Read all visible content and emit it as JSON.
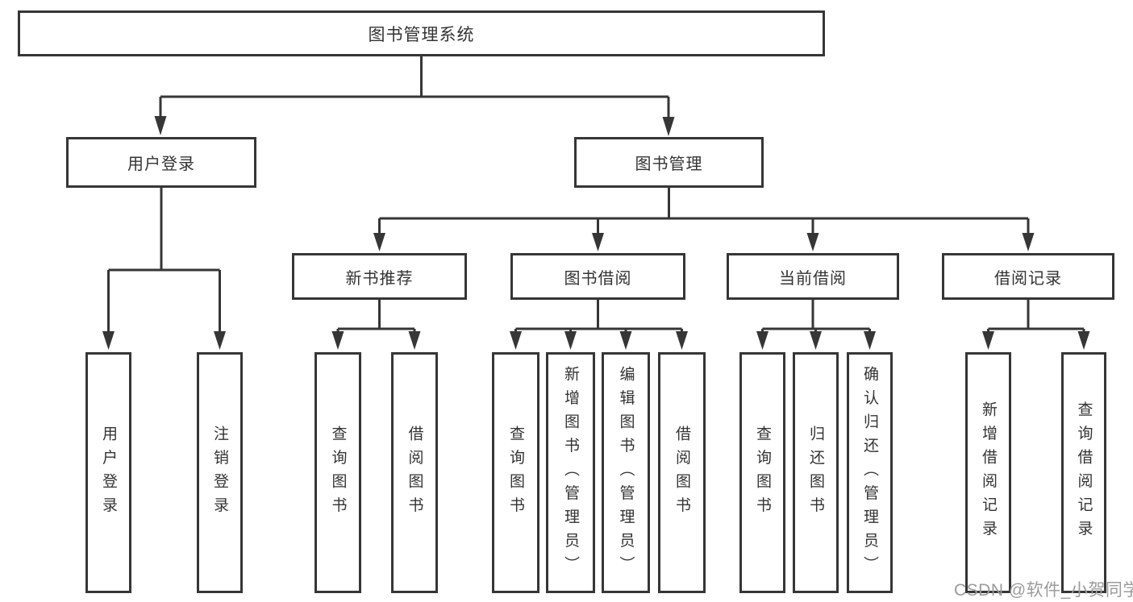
{
  "nodes": {
    "root": {
      "label": "图书管理系统"
    },
    "user_login": {
      "label": "用户登录"
    },
    "book_management": {
      "label": "图书管理"
    },
    "new_book_recommend": {
      "label": "新书推荐"
    },
    "book_borrowing": {
      "label": "图书借阅"
    },
    "current_borrowing": {
      "label": "当前借阅"
    },
    "borrowing_records": {
      "label": "借阅记录"
    },
    "leaves": [
      {
        "label": "用户登录"
      },
      {
        "label": "注销登录"
      },
      {
        "label": "查询图书"
      },
      {
        "label": "借阅图书"
      },
      {
        "label": "查询图书"
      },
      {
        "label": "新增图书（管理员）"
      },
      {
        "label": "编辑图书（管理员）"
      },
      {
        "label": "借阅图书"
      },
      {
        "label": "查询图书"
      },
      {
        "label": "归还图书"
      },
      {
        "label": "确认归还（管理员）"
      },
      {
        "label": "新增借阅记录"
      },
      {
        "label": "查询借阅记录"
      }
    ]
  },
  "hierarchy": {
    "图书管理系统": {
      "用户登录": [
        "用户登录",
        "注销登录"
      ],
      "图书管理": {
        "新书推荐": [
          "查询图书",
          "借阅图书"
        ],
        "图书借阅": [
          "查询图书",
          "新增图书（管理员）",
          "编辑图书（管理员）",
          "借阅图书"
        ],
        "当前借阅": [
          "查询图书",
          "归还图书",
          "确认归还（管理员）"
        ],
        "借阅记录": [
          "新增借阅记录",
          "查询借阅记录"
        ]
      }
    }
  },
  "watermark": {
    "text": "CSDN @软件_小贺同学",
    "color": "#9b9b9b"
  },
  "colors": {
    "line": "#363636",
    "box_border": "#363636",
    "box_fill": "#ffffff",
    "text": "#333333",
    "background": "#ffffff"
  }
}
